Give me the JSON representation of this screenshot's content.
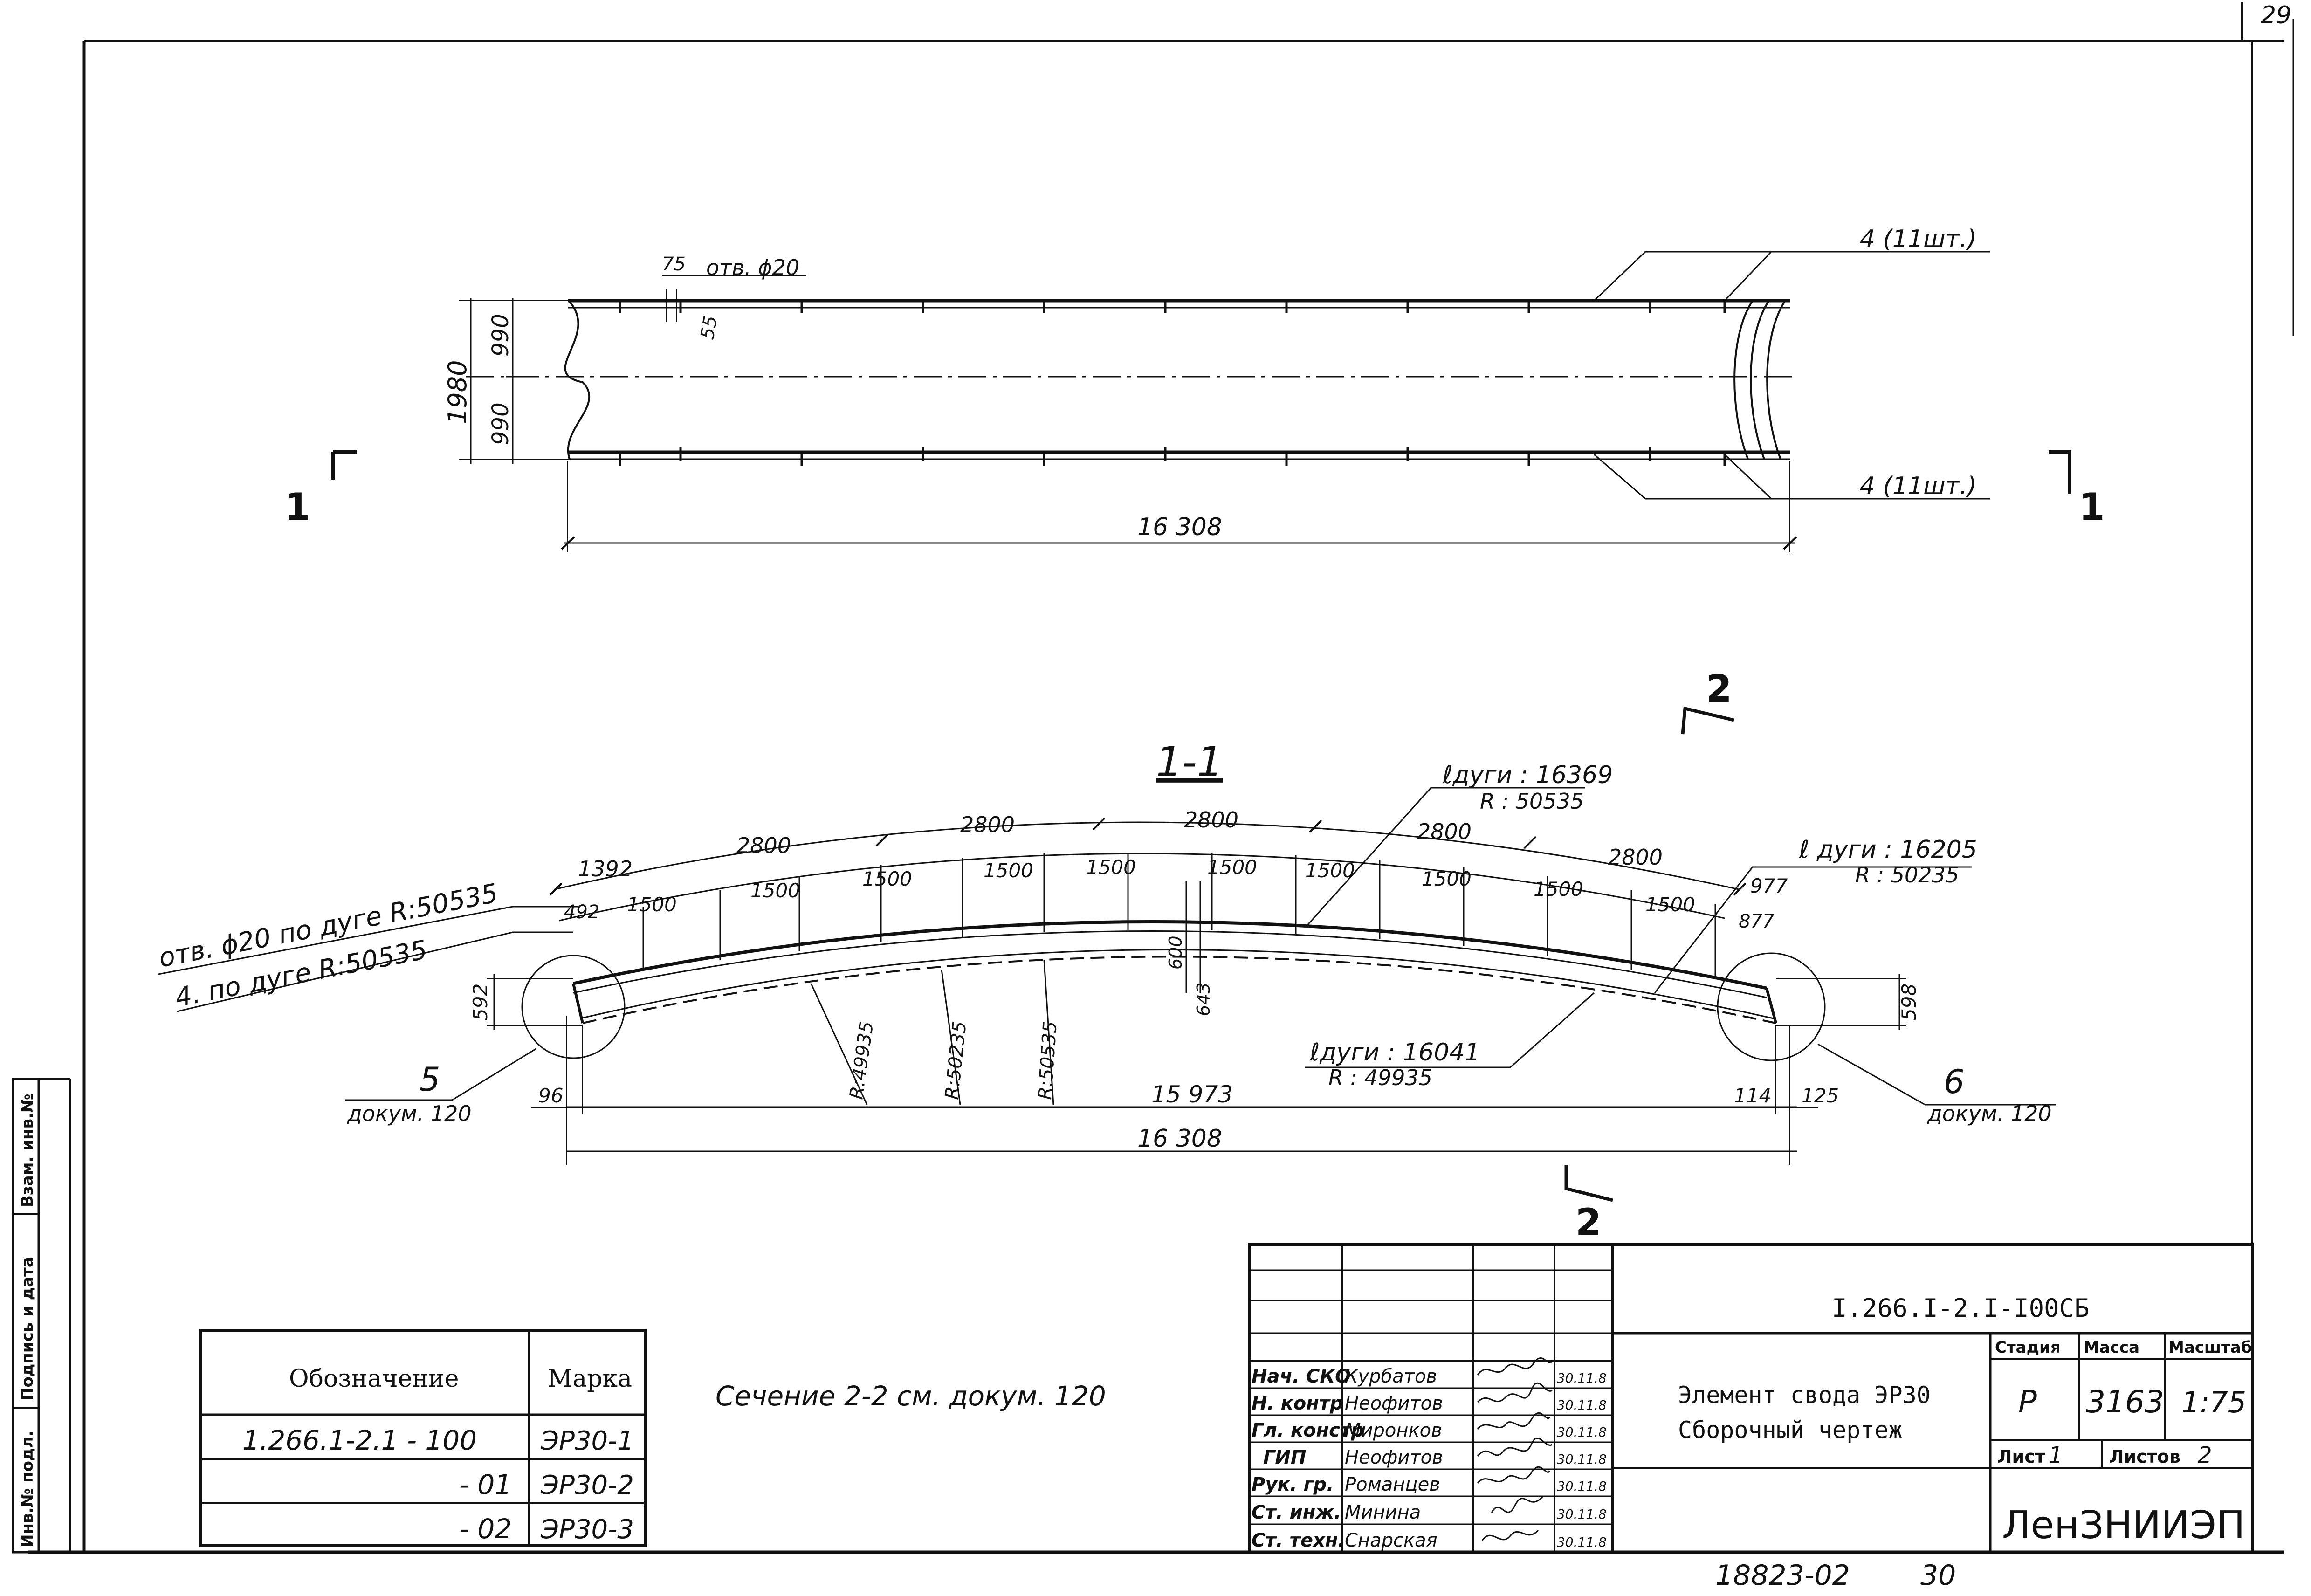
{
  "page": {
    "number": "29",
    "archive_number": "18823-02",
    "archive_sheet": "30"
  },
  "plan_view": {
    "section_mark_left": "1",
    "section_mark_right": "1",
    "dims": {
      "total_length": "16 308",
      "width": "1980",
      "half_upper": "990",
      "half_lower": "990",
      "hole_spacing": "75",
      "hole_offset": "55",
      "hole_label": "отв. ϕ20"
    },
    "callout_top": "4  (11шт.)",
    "callout_bottom": "4  (11шт.)"
  },
  "section_view": {
    "title": "1-1",
    "section_mark_2_top": "2",
    "section_mark_2_bottom": "2",
    "leader_holes": "отв. ϕ20  по дуге  R:50535",
    "leader_part": "4.  по  дуге    R:50535",
    "arc_top": {
      "length": "ℓдуги : 16369",
      "radius": "R : 50535"
    },
    "arc_right": {
      "length": "ℓ дуги : 16205",
      "radius": "R : 50235"
    },
    "arc_bottom": {
      "length": "ℓдуги : 16041",
      "radius": "R : 49935"
    },
    "upper_dims": [
      "1392",
      "2800",
      "2800",
      "2800",
      "2800",
      "2800",
      "977"
    ],
    "lower_dims": [
      "492",
      "1500",
      "1500",
      "1500",
      "1500",
      "1500",
      "1500",
      "1500",
      "1500",
      "1500",
      "1500",
      "877"
    ],
    "left_height": "592",
    "right_height": "598",
    "crown_height": "600",
    "crown_height_2": "643",
    "radius_labels": [
      "R:49935",
      "R:50235",
      "R:50535"
    ],
    "bottom_chord": "15 973",
    "total_length": "16 308",
    "left_offset": "96",
    "right_offset_1": "114",
    "right_offset_2": "125",
    "detail_5": {
      "number": "5",
      "ref": "докум. 120"
    },
    "detail_6": {
      "number": "6",
      "ref": "докум. 120"
    }
  },
  "section_note": "Сечение  2-2  см. докум. 120",
  "marks_table": {
    "headers": {
      "designation": "Обозначение",
      "mark": "Марка"
    },
    "rows": [
      {
        "designation": "1.266.1-2.1 - 100",
        "mark": "ЭР30-1"
      },
      {
        "designation": "- 01",
        "mark": "ЭР30-2"
      },
      {
        "designation": "- 02",
        "mark": "ЭР30-3"
      }
    ]
  },
  "side_stamp": {
    "inv_podl": "Инв.№ подл.",
    "podpis_data": "Подпись и дата",
    "vzam_inv": "Взам. инв.№"
  },
  "title_block": {
    "code": "I.266.I-2.I-I00СБ",
    "name_line1": "Элемент свода ЭР30",
    "name_line2": "Сборочный чертеж",
    "stage_label": "Стадия",
    "mass_label": "Масса",
    "scale_label": "Масштаб",
    "stage": "Р",
    "mass": "3163",
    "scale": "1:75",
    "sheet_label": "Лист",
    "sheet": "1",
    "sheets_label": "Листов",
    "sheets": "2",
    "org": "ЛенЗНИИЭП",
    "signatures": [
      {
        "role": "Нач. СКО",
        "name": "Курбатов",
        "date": "30.11.8"
      },
      {
        "role": "Н. контр",
        "name": "Неофитов",
        "date": "30.11.8"
      },
      {
        "role": "Гл. констр",
        "name": "Миронков",
        "date": "30.11.8"
      },
      {
        "role": "ГИП",
        "name": "Неофитов",
        "date": "30.11.8"
      },
      {
        "role": "Рук. гр.",
        "name": "Романцев",
        "date": "30.11.8"
      },
      {
        "role": "Ст. инж.",
        "name": "Минина",
        "date": "30.11.8"
      },
      {
        "role": "Ст. техн.",
        "name": "Снарская",
        "date": "30.11.8"
      }
    ]
  }
}
